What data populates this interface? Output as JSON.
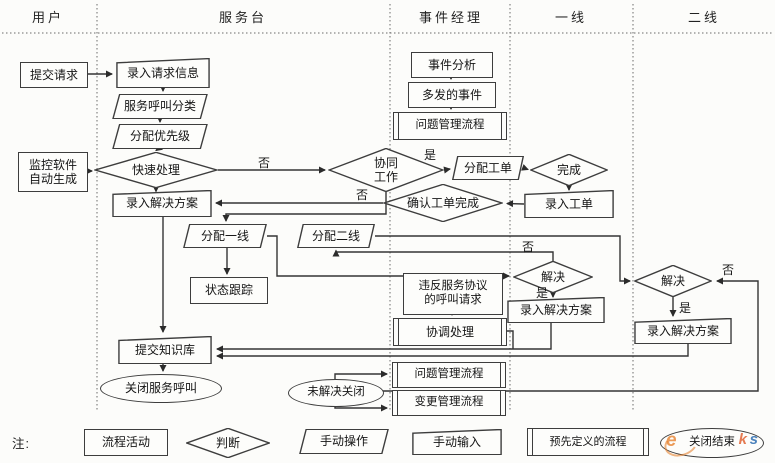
{
  "labels": {
    "yes": "是",
    "no": "否"
  },
  "lanes": [
    {
      "label": "用户"
    },
    {
      "label": "服务台"
    },
    {
      "label": "事件经理"
    },
    {
      "label": "一线"
    },
    {
      "label": "二线"
    }
  ],
  "nodes": {
    "submit_request": {
      "label": "提交请求"
    },
    "monitor_auto": {
      "line1": "监控软件",
      "line2": "自动生成"
    },
    "enter_request_info": {
      "label": "录入请求信息"
    },
    "classify_call": {
      "label": "服务呼叫分类"
    },
    "assign_priority": {
      "label": "分配优先级"
    },
    "quick_fix": {
      "label": "快速处理"
    },
    "enter_solution_sd": {
      "label": "录入解决方案"
    },
    "assign_line1": {
      "label": "分配一线"
    },
    "status_tracking": {
      "label": "状态跟踪"
    },
    "submit_kb": {
      "label": "提交知识库"
    },
    "close_service_call": {
      "label": "关闭服务呼叫"
    },
    "assign_line2": {
      "label": "分配二线"
    },
    "incident_analysis": {
      "label": "事件分析"
    },
    "frequent_incidents": {
      "label": "多发的事件"
    },
    "problem_mgmt_top": {
      "label": "问题管理流程"
    },
    "teamwork": {
      "line1": "协同",
      "line2": "工作"
    },
    "confirm_ticket_done": {
      "label": "确认工单完成"
    },
    "sla_violation_calls": {
      "line1": "违反服务协议",
      "line2": "的呼叫请求"
    },
    "coordinate_handling": {
      "label": "协调处理"
    },
    "problem_mgmt_bottom": {
      "label": "问题管理流程"
    },
    "change_mgmt": {
      "label": "变更管理流程"
    },
    "unresolved_close": {
      "label": "未解决关闭"
    },
    "assign_ticket": {
      "label": "分配工单"
    },
    "done": {
      "label": "完成"
    },
    "enter_ticket": {
      "label": "录入工单"
    },
    "resolve_line1": {
      "label": "解决"
    },
    "enter_solution_line1": {
      "label": "录入解决方案"
    },
    "resolve_line2": {
      "label": "解决"
    },
    "enter_solution_line2": {
      "label": "录入解决方案"
    }
  },
  "legend": {
    "note": "注:",
    "process": "流程活动",
    "decision": "判断",
    "manual_op": "手动操作",
    "manual_input": "手动输入",
    "predefined": "预先定义的流程",
    "close_end": "关闭结束"
  },
  "watermark": {
    "letter_e": "e",
    "letter_k": "k",
    "letter_s": "s",
    "orange": "#e47820",
    "blue": "#2b6cb0"
  }
}
